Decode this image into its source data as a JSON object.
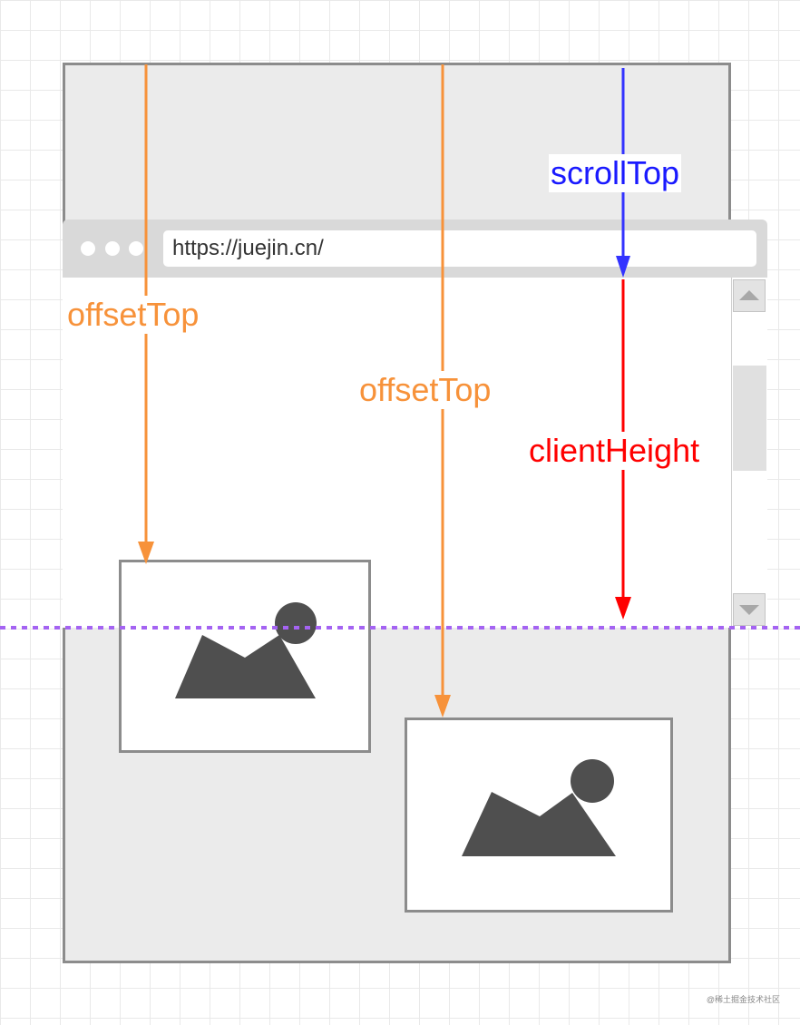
{
  "browser": {
    "url": "https://juejin.cn/"
  },
  "labels": {
    "offset_top_1": "offsetTop",
    "offset_top_2": "offsetTop",
    "scroll_top": "scrollTop",
    "client_height": "clientHeight"
  },
  "watermark": "@稀土掘金技术社区",
  "colors": {
    "offset_top": "#f7923a",
    "scroll_top": "#3333ff",
    "client_height": "#ff0000",
    "viewport_boundary": "#a463f2",
    "document_background": "#ebebeb",
    "border": "#8c8c8c",
    "image_placeholder": "#4f4f4f"
  },
  "icons": {
    "browser_dots": "window-dots-icon",
    "scroll_up": "triangle-up-icon",
    "scroll_down": "triangle-down-icon",
    "image": "image-placeholder-icon"
  }
}
